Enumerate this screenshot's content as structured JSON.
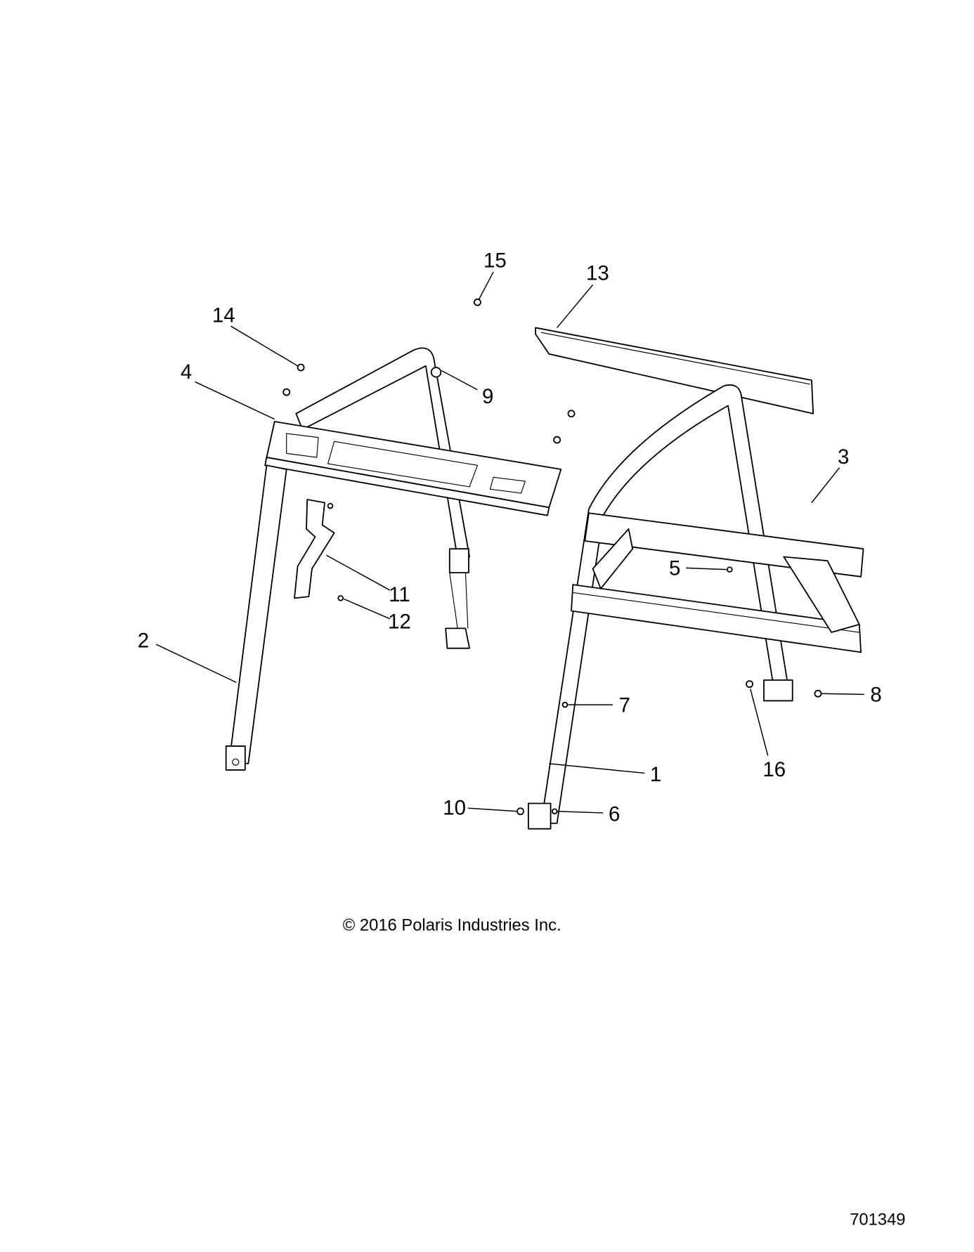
{
  "diagram": {
    "callouts": [
      {
        "id": "1"
      },
      {
        "id": "2"
      },
      {
        "id": "3"
      },
      {
        "id": "4"
      },
      {
        "id": "5"
      },
      {
        "id": "6"
      },
      {
        "id": "7"
      },
      {
        "id": "8"
      },
      {
        "id": "9"
      },
      {
        "id": "10"
      },
      {
        "id": "11"
      },
      {
        "id": "12"
      },
      {
        "id": "13"
      },
      {
        "id": "14"
      },
      {
        "id": "15"
      },
      {
        "id": "16"
      }
    ],
    "copyright": "© 2016 Polaris Industries Inc.",
    "figure_number": "701349"
  }
}
